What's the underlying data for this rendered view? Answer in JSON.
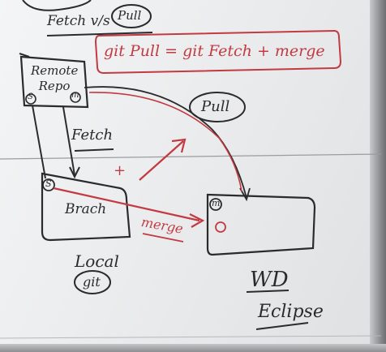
{
  "whiteboard": {
    "title": "Fetch v/s",
    "title_circled": "Pull",
    "formula": "git Pull = git Fetch + merge",
    "remote_repo_label": "Remote Repo",
    "remote_s_marker": "S",
    "remote_m_marker": "m",
    "fetch_label": "Fetch",
    "plus_label": "+",
    "pull_label": "Pull",
    "branch_label": "Brach",
    "branch_s_marker": "S",
    "merge_label": "merge",
    "wd_m_marker": "m",
    "local_label": "Local",
    "git_label": "git",
    "wd_label": "WD",
    "eclipse_label": "Eclipse"
  },
  "colors": {
    "black_ink": "#2b2b2e",
    "red_ink": "#c23a42",
    "board": "#ecedee"
  }
}
